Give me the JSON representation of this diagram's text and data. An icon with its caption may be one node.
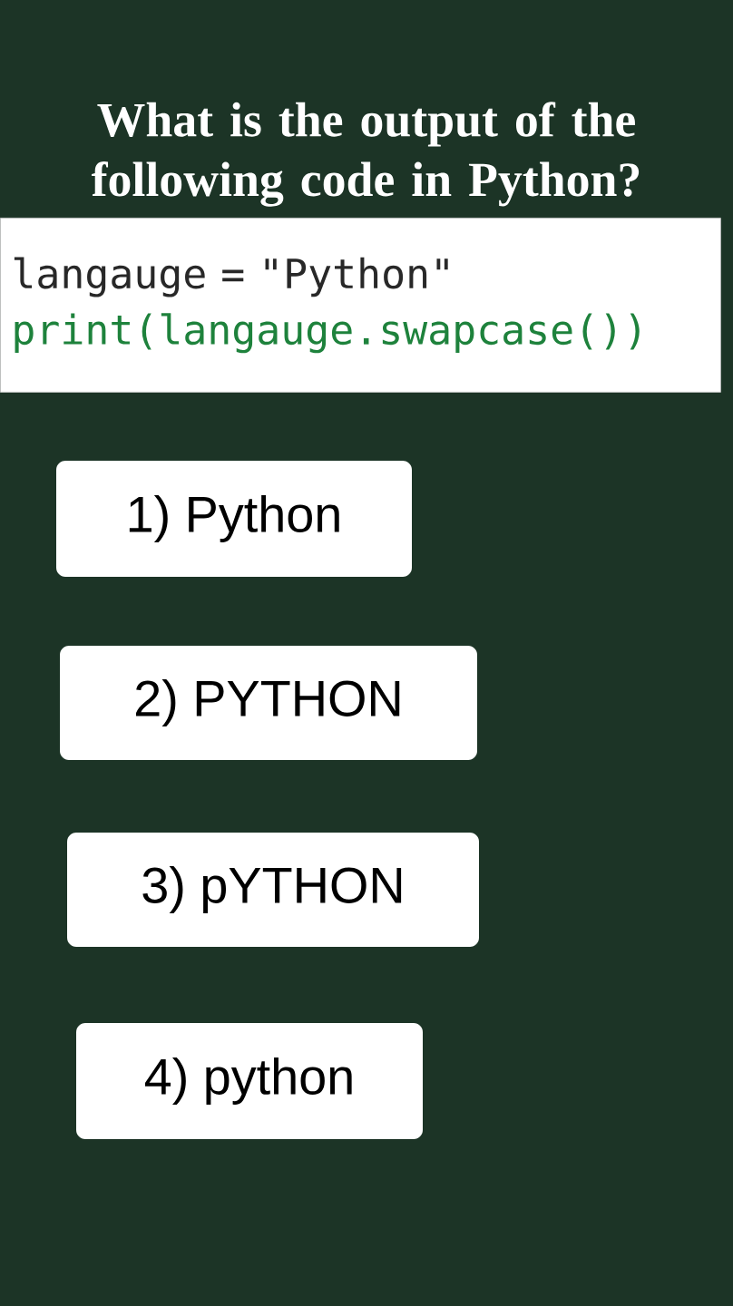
{
  "diagram": {
    "title": "What is the output of the following code in Python?",
    "nodes": [
      {
        "text": [
          "langauge = \"Python\"",
          "print(langauge.swapcase())"
        ]
      },
      {
        "text": [
          "1)  Python"
        ]
      },
      {
        "text": [
          "2)  PYTHON"
        ]
      },
      {
        "text": [
          "3)  pYTHON"
        ]
      },
      {
        "text": [
          "4)  python"
        ]
      }
    ]
  }
}
